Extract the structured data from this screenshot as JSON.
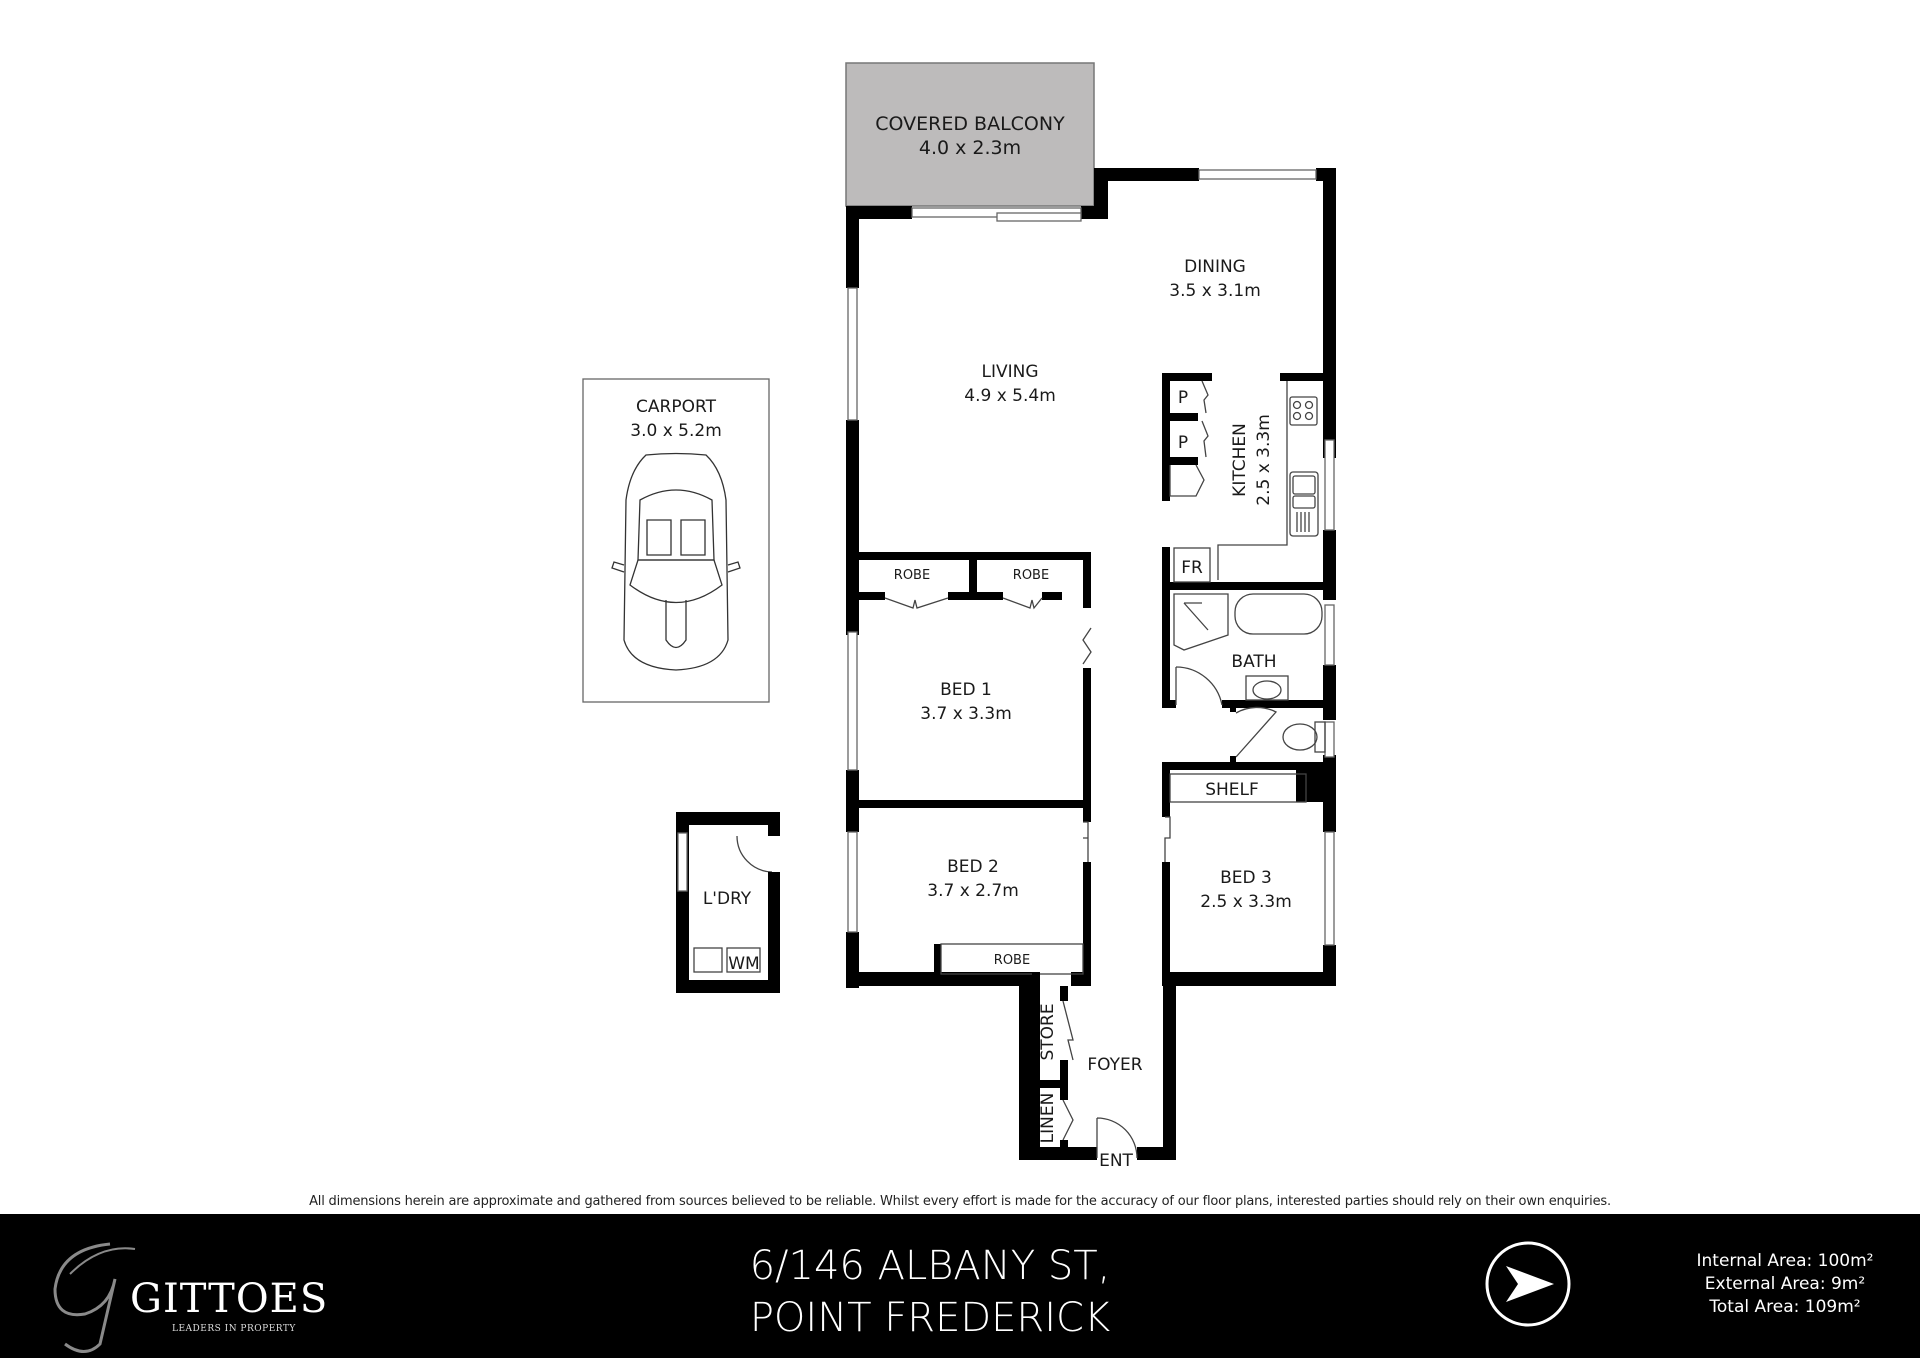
{
  "floorplan": {
    "rooms": {
      "balcony": {
        "name": "COVERED BALCONY",
        "size": "4.0 x 2.3m"
      },
      "dining": {
        "name": "DINING",
        "size": "3.5 x 3.1m"
      },
      "living": {
        "name": "LIVING",
        "size": "4.9 x 5.4m"
      },
      "kitchen": {
        "name": "KITCHEN",
        "size": "2.5 x 3.3m"
      },
      "carport": {
        "name": "CARPORT",
        "size": "3.0 x 5.2m"
      },
      "bed1": {
        "name": "BED 1",
        "size": "3.7 x 3.3m"
      },
      "bed2": {
        "name": "BED 2",
        "size": "3.7 x 2.7m"
      },
      "bed3": {
        "name": "BED 3",
        "size": "2.5 x 3.3m"
      },
      "bath": {
        "name": "BATH"
      },
      "laundry": {
        "name": "L'DRY"
      },
      "foyer": {
        "name": "FOYER"
      },
      "store": {
        "name": "STORE"
      },
      "linen": {
        "name": "LINEN"
      },
      "shelf": {
        "name": "SHELF"
      },
      "robe1": {
        "name": "ROBE"
      },
      "robe2": {
        "name": "ROBE"
      },
      "robe3": {
        "name": "ROBE"
      },
      "pantry1": {
        "name": "P"
      },
      "pantry2": {
        "name": "P"
      },
      "fridge": {
        "name": "FR"
      },
      "washer": {
        "name": "WM"
      },
      "entry": {
        "name": "ENT"
      }
    },
    "colors": {
      "wall": "#000000",
      "balcony_fill": "#bdbbbb",
      "line": "#555555"
    }
  },
  "disclaimer": "All dimensions herein are approximate and gathered from sources believed to be reliable. Whilst every effort is made for the accuracy of our floor plans, interested parties should rely on their own enquiries.",
  "footer": {
    "brand": {
      "name": "GITTOES",
      "tagline": "LEADERS IN PROPERTY"
    },
    "address": {
      "line1": "6/146 ALBANY ST,",
      "line2": "POINT FREDERICK"
    },
    "compass_icon": "north-arrow-icon",
    "areas": {
      "internal": "Internal Area: 100m²",
      "external": "External Area: 9m²",
      "total": "Total Area: 109m²"
    }
  }
}
